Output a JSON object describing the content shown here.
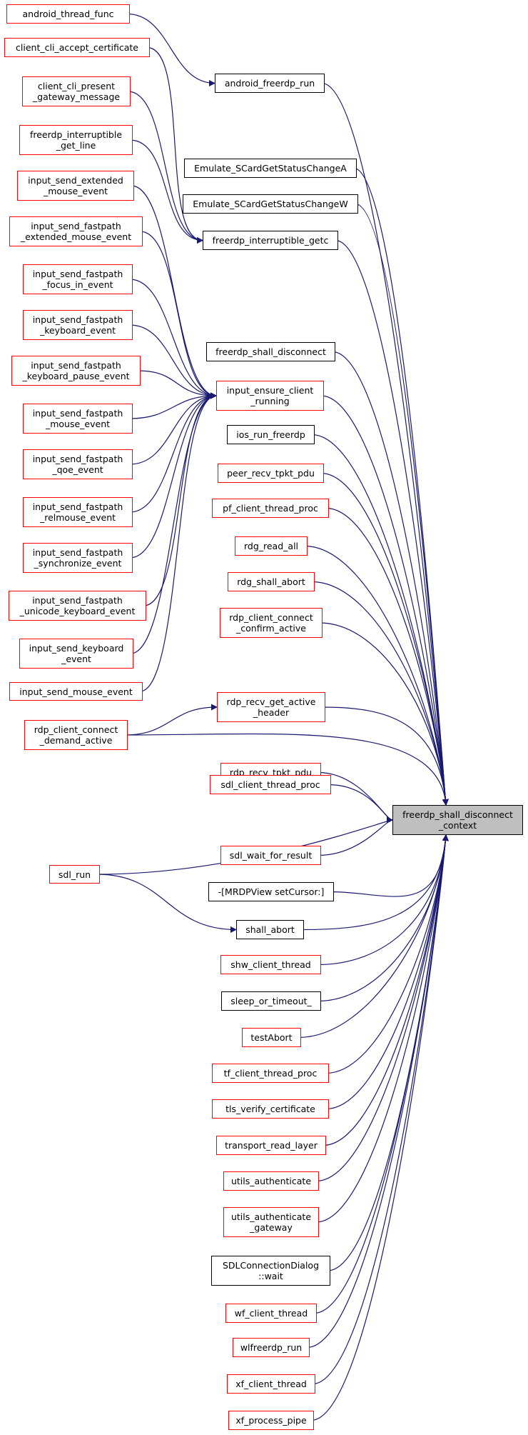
{
  "target": {
    "id": "target",
    "lines": [
      "freerdp_shall_disconnect",
      "_context"
    ],
    "style": "focus"
  },
  "colors": {
    "edge": "#191970",
    "red_border": "#ff0000",
    "black_border": "#000000",
    "focus_fill": "#bfbfbf"
  },
  "nodes": [
    {
      "id": "android_thread_func",
      "lines": [
        "android_thread_func"
      ],
      "style": "red"
    },
    {
      "id": "client_cli_accept_certificate",
      "lines": [
        "client_cli_accept_certificate"
      ],
      "style": "red"
    },
    {
      "id": "client_cli_present_gateway_message",
      "lines": [
        "client_cli_present",
        "_gateway_message"
      ],
      "style": "red"
    },
    {
      "id": "freerdp_interruptible_get_line",
      "lines": [
        "freerdp_interruptible",
        "_get_line"
      ],
      "style": "red"
    },
    {
      "id": "input_send_extended_mouse_event",
      "lines": [
        "input_send_extended",
        "_mouse_event"
      ],
      "style": "red"
    },
    {
      "id": "input_send_fastpath_extended_mouse_event",
      "lines": [
        "input_send_fastpath",
        "_extended_mouse_event"
      ],
      "style": "red"
    },
    {
      "id": "input_send_fastpath_focus_in_event",
      "lines": [
        "input_send_fastpath",
        "_focus_in_event"
      ],
      "style": "red"
    },
    {
      "id": "input_send_fastpath_keyboard_event",
      "lines": [
        "input_send_fastpath",
        "_keyboard_event"
      ],
      "style": "red"
    },
    {
      "id": "input_send_fastpath_keyboard_pause_event",
      "lines": [
        "input_send_fastpath",
        "_keyboard_pause_event"
      ],
      "style": "red"
    },
    {
      "id": "input_send_fastpath_mouse_event",
      "lines": [
        "input_send_fastpath",
        "_mouse_event"
      ],
      "style": "red"
    },
    {
      "id": "input_send_fastpath_qoe_event",
      "lines": [
        "input_send_fastpath",
        "_qoe_event"
      ],
      "style": "red"
    },
    {
      "id": "input_send_fastpath_relmouse_event",
      "lines": [
        "input_send_fastpath",
        "_relmouse_event"
      ],
      "style": "red"
    },
    {
      "id": "input_send_fastpath_synchronize_event",
      "lines": [
        "input_send_fastpath",
        "_synchronize_event"
      ],
      "style": "red"
    },
    {
      "id": "input_send_fastpath_unicode_keyboard_event",
      "lines": [
        "input_send_fastpath",
        "_unicode_keyboard_event"
      ],
      "style": "red"
    },
    {
      "id": "input_send_keyboard_event",
      "lines": [
        "input_send_keyboard",
        "_event"
      ],
      "style": "red"
    },
    {
      "id": "input_send_mouse_event",
      "lines": [
        "input_send_mouse_event"
      ],
      "style": "red"
    },
    {
      "id": "rdp_client_connect_demand_active",
      "lines": [
        "rdp_client_connect",
        "_demand_active"
      ],
      "style": "red"
    },
    {
      "id": "sdl_run",
      "lines": [
        "sdl_run"
      ],
      "style": "red"
    },
    {
      "id": "android_freerdp_run",
      "lines": [
        "android_freerdp_run"
      ],
      "style": "black"
    },
    {
      "id": "Emulate_SCardGetStatusChangeA",
      "lines": [
        "Emulate_SCardGetStatusChangeA"
      ],
      "style": "black"
    },
    {
      "id": "Emulate_SCardGetStatusChangeW",
      "lines": [
        "Emulate_SCardGetStatusChangeW"
      ],
      "style": "black"
    },
    {
      "id": "freerdp_interruptible_getc",
      "lines": [
        "freerdp_interruptible_getc"
      ],
      "style": "black"
    },
    {
      "id": "freerdp_shall_disconnect",
      "lines": [
        "freerdp_shall_disconnect"
      ],
      "style": "black"
    },
    {
      "id": "input_ensure_client_running",
      "lines": [
        "input_ensure_client",
        "_running"
      ],
      "style": "red"
    },
    {
      "id": "ios_run_freerdp",
      "lines": [
        "ios_run_freerdp"
      ],
      "style": "black"
    },
    {
      "id": "peer_recv_tpkt_pdu",
      "lines": [
        "peer_recv_tpkt_pdu"
      ],
      "style": "red"
    },
    {
      "id": "pf_client_thread_proc",
      "lines": [
        "pf_client_thread_proc"
      ],
      "style": "red"
    },
    {
      "id": "rdg_read_all",
      "lines": [
        "rdg_read_all"
      ],
      "style": "red"
    },
    {
      "id": "rdg_shall_abort",
      "lines": [
        "rdg_shall_abort"
      ],
      "style": "red"
    },
    {
      "id": "rdp_client_connect_confirm_active",
      "lines": [
        "rdp_client_connect",
        "_confirm_active"
      ],
      "style": "red"
    },
    {
      "id": "rdp_recv_get_active_header",
      "lines": [
        "rdp_recv_get_active",
        "_header"
      ],
      "style": "red"
    },
    {
      "id": "rdp_recv_tpkt_pdu",
      "lines": [
        "rdp_recv_tpkt_pdu"
      ],
      "style": "red"
    },
    {
      "id": "sdl_client_thread_proc",
      "lines": [
        "sdl_client_thread_proc"
      ],
      "style": "red"
    },
    {
      "id": "sdl_wait_for_result",
      "lines": [
        "sdl_wait_for_result"
      ],
      "style": "red"
    },
    {
      "id": "MRDPView_setCursor",
      "lines": [
        "-[MRDPView setCursor:]"
      ],
      "style": "black"
    },
    {
      "id": "shall_abort",
      "lines": [
        "shall_abort"
      ],
      "style": "black"
    },
    {
      "id": "shw_client_thread",
      "lines": [
        "shw_client_thread"
      ],
      "style": "red"
    },
    {
      "id": "sleep_or_timeout_",
      "lines": [
        "sleep_or_timeout_"
      ],
      "style": "black"
    },
    {
      "id": "testAbort",
      "lines": [
        "testAbort"
      ],
      "style": "red"
    },
    {
      "id": "tf_client_thread_proc",
      "lines": [
        "tf_client_thread_proc"
      ],
      "style": "red"
    },
    {
      "id": "tls_verify_certificate",
      "lines": [
        "tls_verify_certificate"
      ],
      "style": "red"
    },
    {
      "id": "transport_read_layer",
      "lines": [
        "transport_read_layer"
      ],
      "style": "red"
    },
    {
      "id": "utils_authenticate",
      "lines": [
        "utils_authenticate"
      ],
      "style": "red"
    },
    {
      "id": "utils_authenticate_gateway",
      "lines": [
        "utils_authenticate",
        "_gateway"
      ],
      "style": "red"
    },
    {
      "id": "SDLConnectionDialog_wait",
      "lines": [
        "SDLConnectionDialog",
        "::wait"
      ],
      "style": "black"
    },
    {
      "id": "wf_client_thread",
      "lines": [
        "wf_client_thread"
      ],
      "style": "red"
    },
    {
      "id": "wlfreerdp_run",
      "lines": [
        "wlfreerdp_run"
      ],
      "style": "red"
    },
    {
      "id": "xf_client_thread",
      "lines": [
        "xf_client_thread"
      ],
      "style": "red"
    },
    {
      "id": "xf_process_pipe",
      "lines": [
        "xf_process_pipe"
      ],
      "style": "red"
    }
  ],
  "edges": [
    [
      "android_thread_func",
      "android_freerdp_run"
    ],
    [
      "client_cli_accept_certificate",
      "freerdp_interruptible_getc"
    ],
    [
      "client_cli_present_gateway_message",
      "freerdp_interruptible_getc"
    ],
    [
      "freerdp_interruptible_get_line",
      "freerdp_interruptible_getc"
    ],
    [
      "input_send_extended_mouse_event",
      "input_ensure_client_running"
    ],
    [
      "input_send_fastpath_extended_mouse_event",
      "input_ensure_client_running"
    ],
    [
      "input_send_fastpath_focus_in_event",
      "input_ensure_client_running"
    ],
    [
      "input_send_fastpath_keyboard_event",
      "input_ensure_client_running"
    ],
    [
      "input_send_fastpath_keyboard_pause_event",
      "input_ensure_client_running"
    ],
    [
      "input_send_fastpath_mouse_event",
      "input_ensure_client_running"
    ],
    [
      "input_send_fastpath_qoe_event",
      "input_ensure_client_running"
    ],
    [
      "input_send_fastpath_relmouse_event",
      "input_ensure_client_running"
    ],
    [
      "input_send_fastpath_synchronize_event",
      "input_ensure_client_running"
    ],
    [
      "input_send_fastpath_unicode_keyboard_event",
      "input_ensure_client_running"
    ],
    [
      "input_send_keyboard_event",
      "input_ensure_client_running"
    ],
    [
      "input_send_mouse_event",
      "input_ensure_client_running"
    ],
    [
      "rdp_client_connect_demand_active",
      "rdp_recv_get_active_header"
    ],
    [
      "rdp_client_connect_demand_active",
      "target"
    ],
    [
      "sdl_run",
      "shall_abort"
    ],
    [
      "sdl_run",
      "target"
    ],
    [
      "android_freerdp_run",
      "target"
    ],
    [
      "Emulate_SCardGetStatusChangeA",
      "target"
    ],
    [
      "Emulate_SCardGetStatusChangeW",
      "target"
    ],
    [
      "freerdp_interruptible_getc",
      "target"
    ],
    [
      "freerdp_shall_disconnect",
      "target"
    ],
    [
      "input_ensure_client_running",
      "target"
    ],
    [
      "ios_run_freerdp",
      "target"
    ],
    [
      "peer_recv_tpkt_pdu",
      "target"
    ],
    [
      "pf_client_thread_proc",
      "target"
    ],
    [
      "rdg_read_all",
      "target"
    ],
    [
      "rdg_shall_abort",
      "target"
    ],
    [
      "rdp_client_connect_confirm_active",
      "target"
    ],
    [
      "rdp_recv_get_active_header",
      "target"
    ],
    [
      "rdp_recv_tpkt_pdu",
      "target"
    ],
    [
      "sdl_client_thread_proc",
      "target"
    ],
    [
      "sdl_wait_for_result",
      "target"
    ],
    [
      "MRDPView_setCursor",
      "target"
    ],
    [
      "shall_abort",
      "target"
    ],
    [
      "shw_client_thread",
      "target"
    ],
    [
      "sleep_or_timeout_",
      "target"
    ],
    [
      "testAbort",
      "target"
    ],
    [
      "tf_client_thread_proc",
      "target"
    ],
    [
      "tls_verify_certificate",
      "target"
    ],
    [
      "transport_read_layer",
      "target"
    ],
    [
      "utils_authenticate",
      "target"
    ],
    [
      "utils_authenticate_gateway",
      "target"
    ],
    [
      "SDLConnectionDialog_wait",
      "target"
    ],
    [
      "wf_client_thread",
      "target"
    ],
    [
      "wlfreerdp_run",
      "target"
    ],
    [
      "xf_client_thread",
      "target"
    ],
    [
      "xf_process_pipe",
      "target"
    ]
  ]
}
